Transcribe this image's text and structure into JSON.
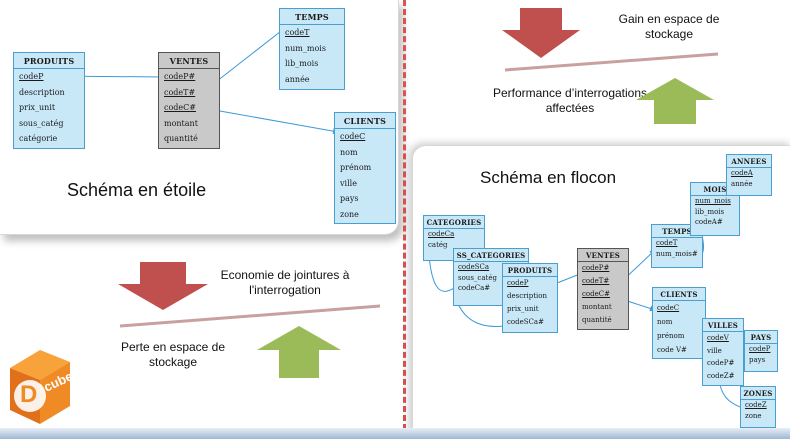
{
  "star": {
    "caption": "Schéma en étoile",
    "produits": {
      "title": "PRODUITS",
      "rows": [
        "codeP",
        "description",
        "prix_unit",
        "sous_catég",
        "catégorie"
      ]
    },
    "ventes": {
      "title": "VENTES",
      "rows": [
        "codeP#",
        "codeT#",
        "codeC#",
        "montant",
        "quantité"
      ]
    },
    "temps": {
      "title": "TEMPS",
      "rows": [
        "codeT",
        "num_mois",
        "lib_mois",
        "année"
      ]
    },
    "clients": {
      "title": "CLIENTS",
      "rows": [
        "codeC",
        "nom",
        "prénom",
        "ville",
        "pays",
        "zone"
      ]
    }
  },
  "snow": {
    "caption": "Schéma en flocon",
    "categories": {
      "title": "CATEGORIES",
      "rows": [
        "codeCa",
        "catég"
      ]
    },
    "ss_categories": {
      "title": "SS_CATEGORIES",
      "rows": [
        "codeSCa",
        "sous_catég",
        "codeCa#"
      ]
    },
    "produits": {
      "title": "PRODUITS",
      "rows": [
        "codeP",
        "description",
        "prix_unit",
        "codeSCa#"
      ]
    },
    "ventes": {
      "title": "VENTES",
      "rows": [
        "codeP#",
        "codeT#",
        "codeC#",
        "montant",
        "quantité"
      ]
    },
    "temps": {
      "title": "TEMPS",
      "rows": [
        "codeT",
        "num_mois#"
      ]
    },
    "mois": {
      "title": "MOIS",
      "rows": [
        "num_mois",
        "lib_mois",
        "codeA#"
      ]
    },
    "annees": {
      "title": "ANNEES",
      "rows": [
        "codeA",
        "année"
      ]
    },
    "clients": {
      "title": "CLIENTS",
      "rows": [
        "codeC",
        "nom",
        "prénom",
        "code V#"
      ]
    },
    "villes": {
      "title": "VILLES",
      "rows": [
        "codeV",
        "ville",
        "codeP#",
        "codeZ#"
      ]
    },
    "pays": {
      "title": "PAYS",
      "rows": [
        "codeP",
        "pays"
      ]
    },
    "zones": {
      "title": "ZONES",
      "rows": [
        "codeZ",
        "zone"
      ]
    }
  },
  "notes": {
    "gain": "Gain en espace de stockage",
    "perf": "Performance d’interrogations affectées",
    "eco": "Economie de jointures à l'interrogation",
    "perte": "Perte en espace de stockage"
  },
  "logo": {
    "letter": "D",
    "text": "cube"
  },
  "colors": {
    "arrow_down": "#c0504d",
    "arrow_up": "#9bbb59",
    "table_fill": "#c8e8f8",
    "table_border": "#4a9fd0",
    "fact_fill": "#c9c9c9",
    "dashed": "#d9534f"
  }
}
